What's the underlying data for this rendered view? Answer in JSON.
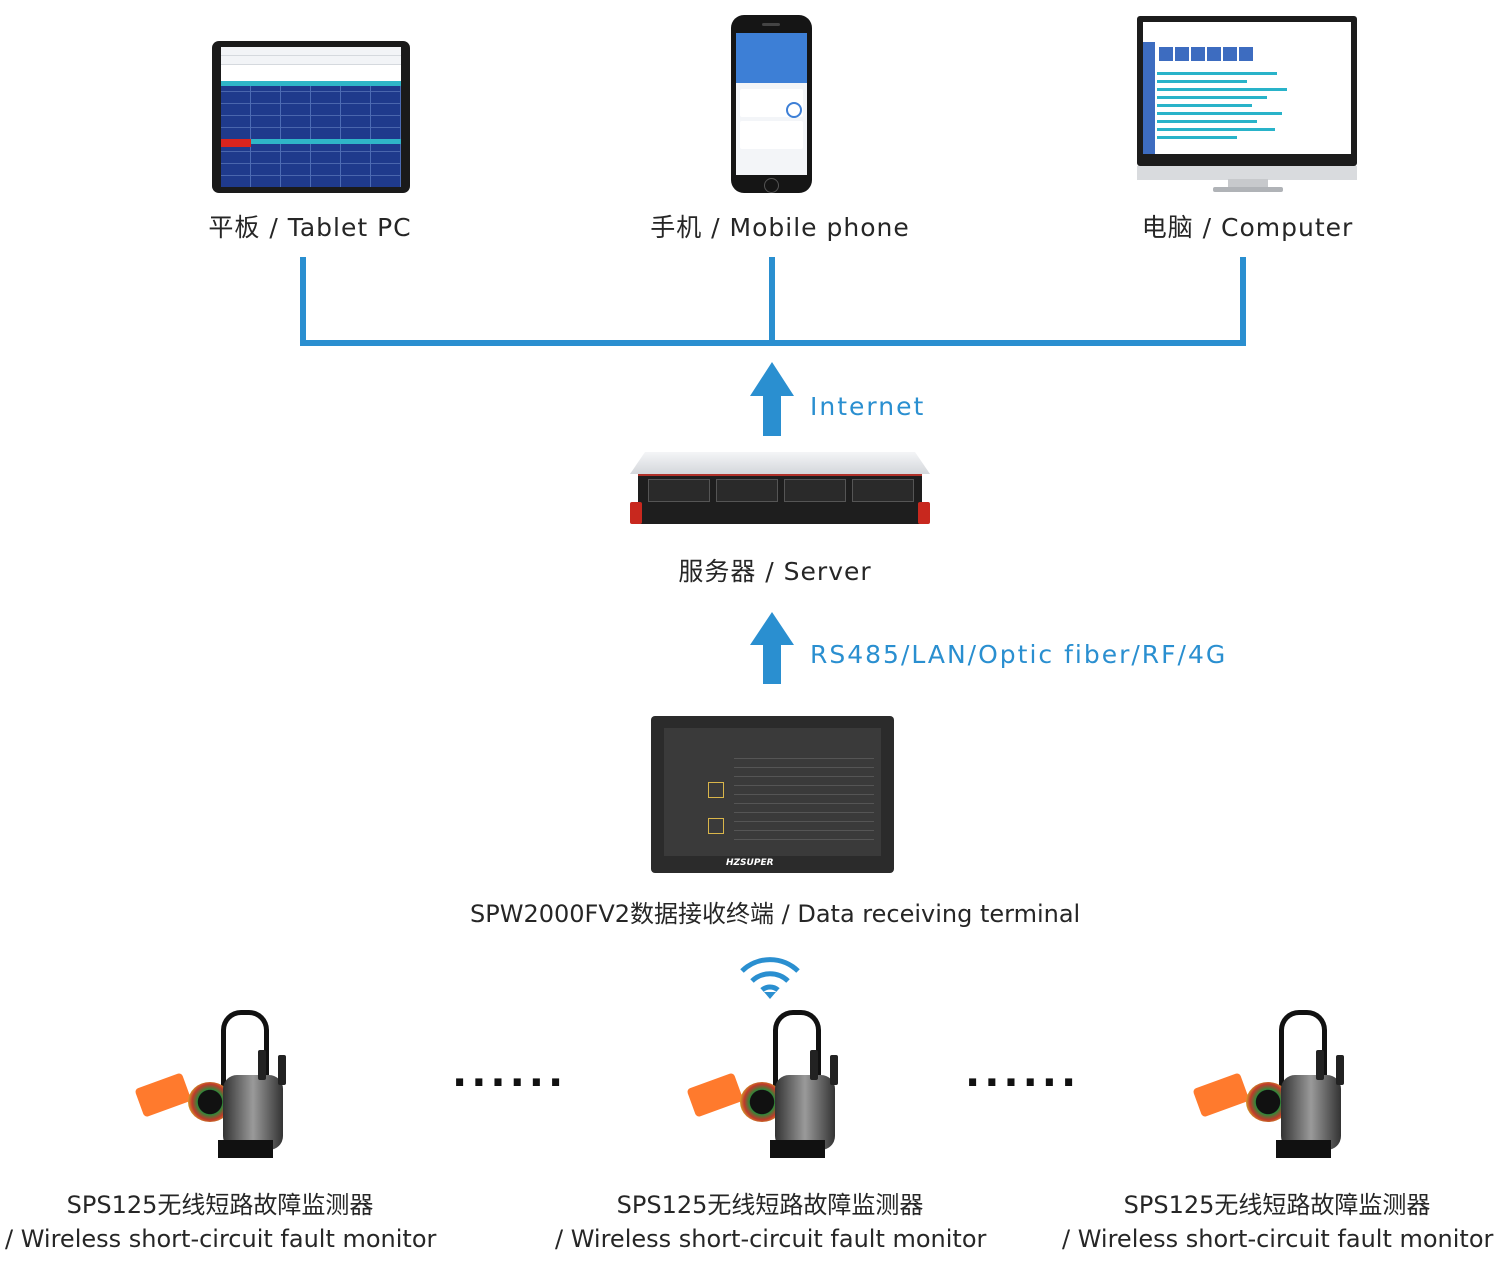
{
  "top_devices": [
    {
      "id": "tablet",
      "label": "平板 / Tablet PC"
    },
    {
      "id": "phone",
      "label": "手机 / Mobile phone"
    },
    {
      "id": "computer",
      "label": "电脑 / Computer"
    }
  ],
  "links": {
    "internet": "Internet",
    "protocols": "RS485/LAN/Optic fiber/RF/4G"
  },
  "server": {
    "label": "服务器 / Server"
  },
  "terminal": {
    "label": "SPW2000FV2数据接收终端 / Data receiving terminal",
    "logo": "HZSUPER"
  },
  "separators": [
    "......",
    "......"
  ],
  "monitors": [
    {
      "line1": "SPS125无线短路故障监测器",
      "line2": "/ Wireless short-circuit fault monitor"
    },
    {
      "line1": "SPS125无线短路故障监测器",
      "line2": "/ Wireless short-circuit fault monitor"
    },
    {
      "line1": "SPS125无线短路故障监测器",
      "line2": "/ Wireless short-circuit fault monitor"
    }
  ],
  "colors": {
    "link_blue": "#2a8fd0"
  }
}
